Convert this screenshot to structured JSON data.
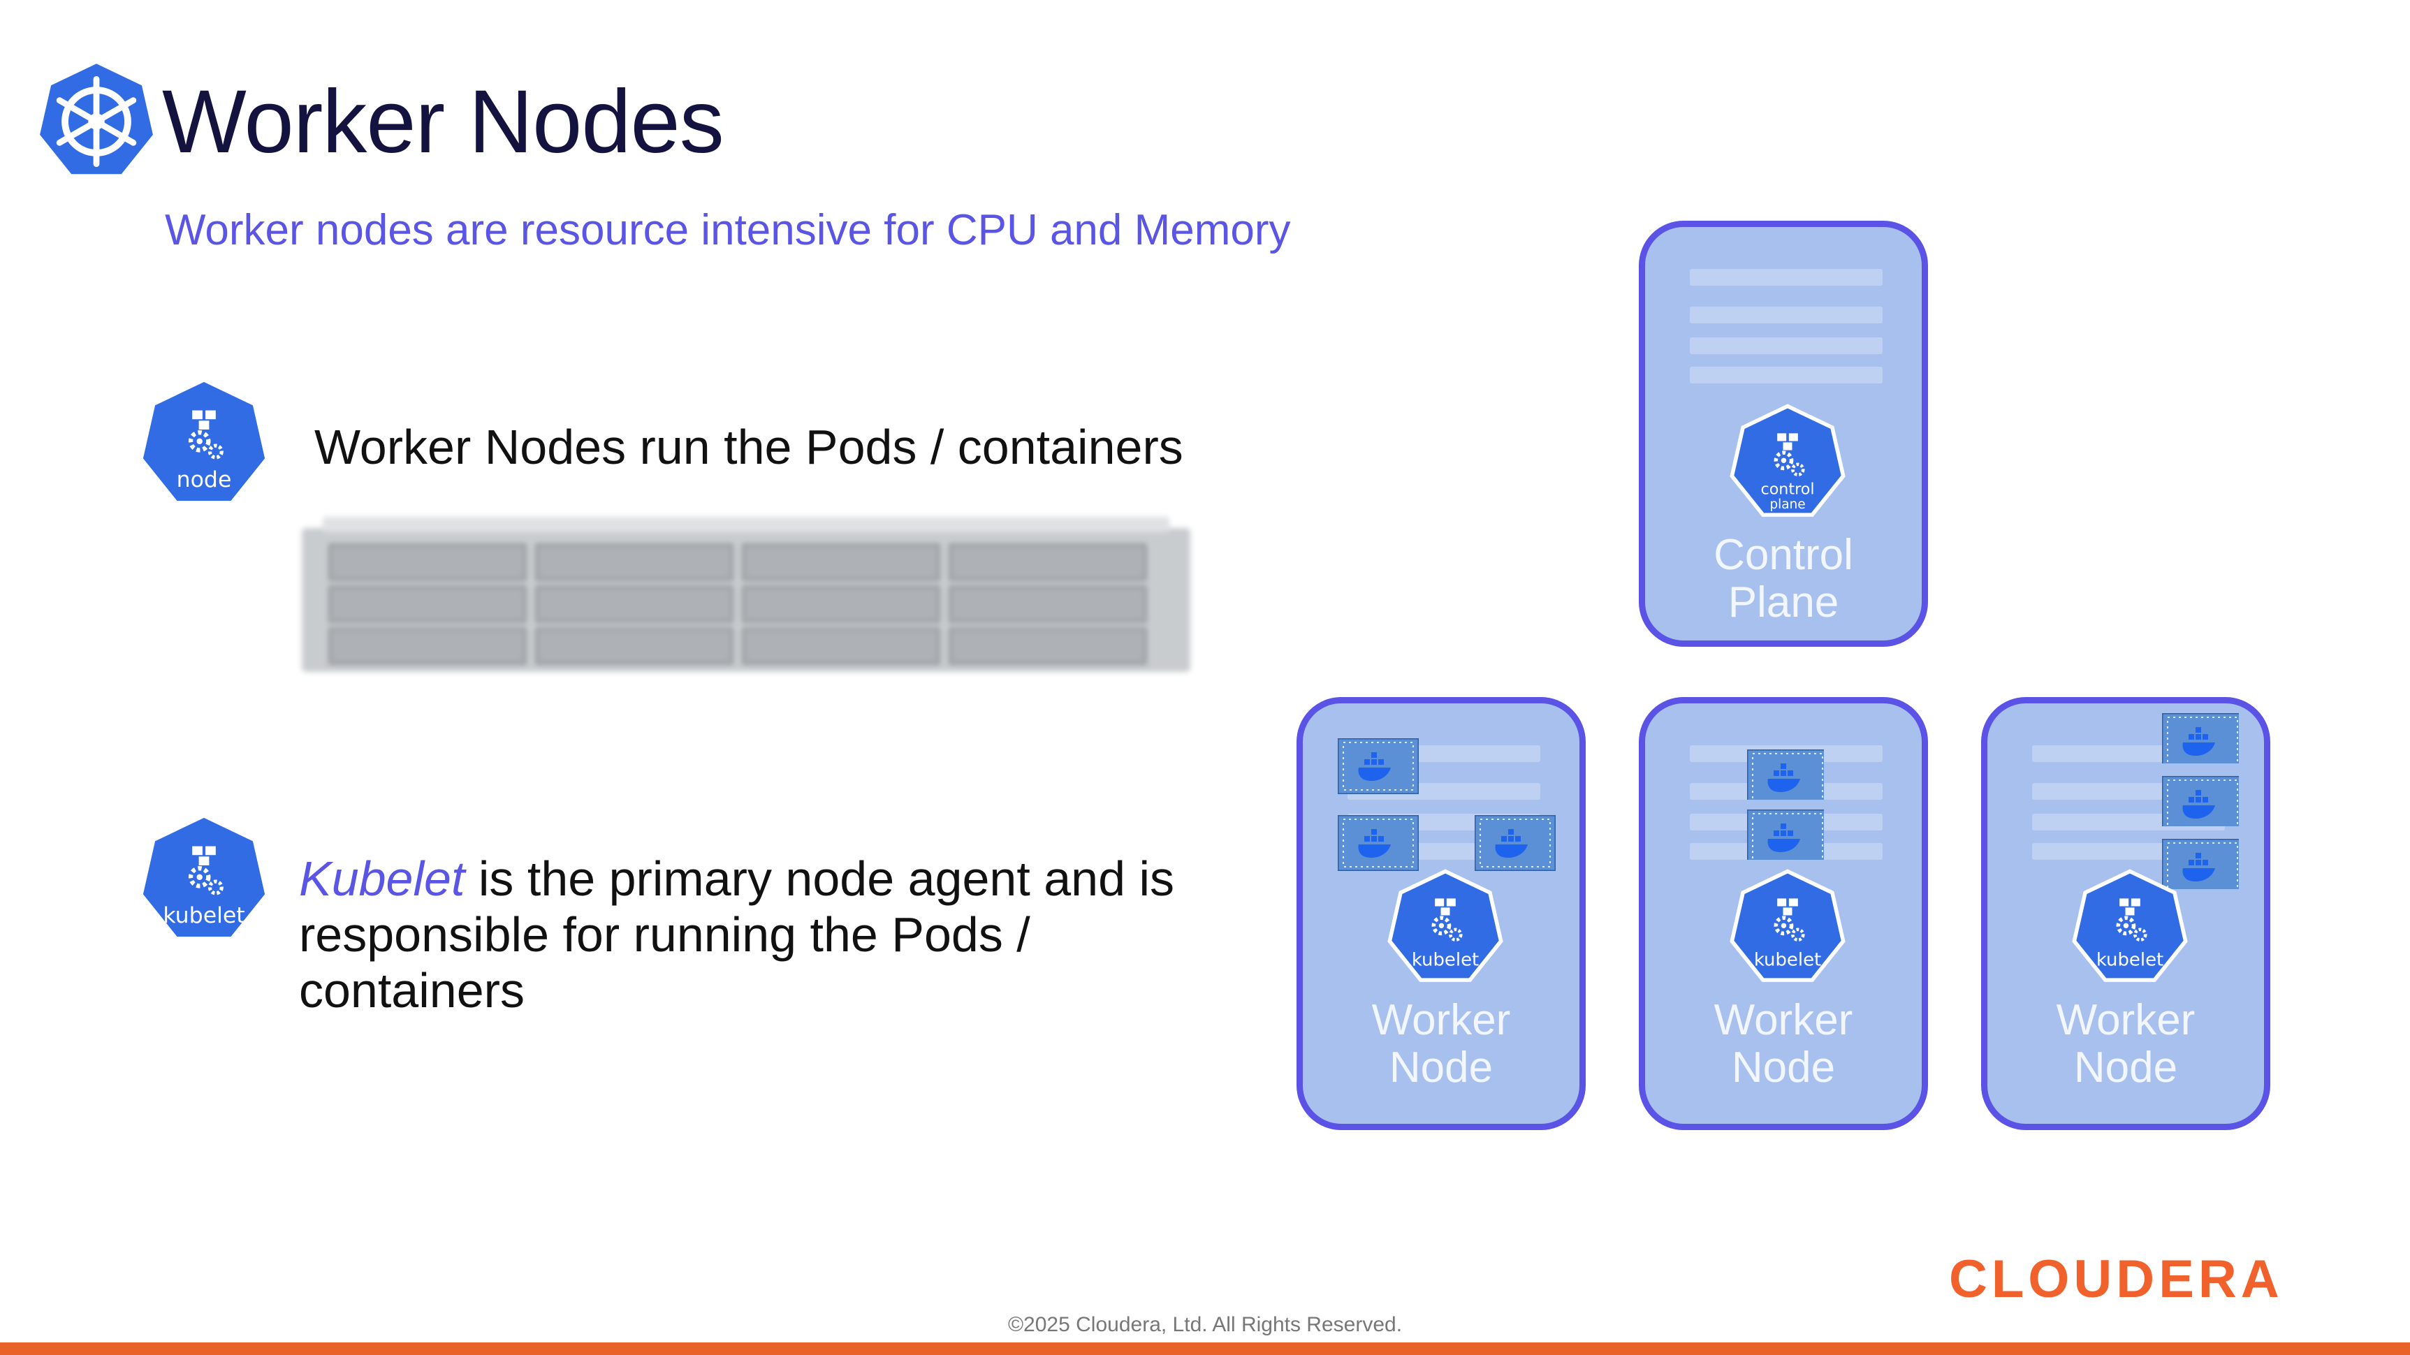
{
  "title": "Worker Nodes",
  "subtitle": "Worker nodes are resource intensive for CPU and Memory",
  "bullets": {
    "node_run": "Worker Nodes run the Pods / containers",
    "kubelet_em": "Kubelet",
    "kubelet_rest": " is the primary node agent and is responsible for running the  Pods / containers"
  },
  "icons": {
    "header": "kubernetes-helm-icon",
    "node": "node",
    "kubelet": "kubelet",
    "control_plane_line1": "control",
    "control_plane_line2": "plane"
  },
  "diagram": {
    "control_plane": {
      "line1": "Control",
      "line2": "Plane"
    },
    "workers": [
      {
        "line1": "Worker",
        "line2": "Node",
        "badge": "kubelet"
      },
      {
        "line1": "Worker",
        "line2": "Node",
        "badge": "kubelet"
      },
      {
        "line1": "Worker",
        "line2": "Node",
        "badge": "kubelet"
      }
    ]
  },
  "footer": {
    "copyright": "©2025 Cloudera, Ltd. All Rights Reserved.",
    "brand": "CLOUDERA"
  },
  "colors": {
    "accent": "#5b55e6",
    "card_fill": "#a7c0ee",
    "card_border": "#5a53e6",
    "k8s_blue": "#326ce5",
    "brand_orange": "#f0612c"
  }
}
